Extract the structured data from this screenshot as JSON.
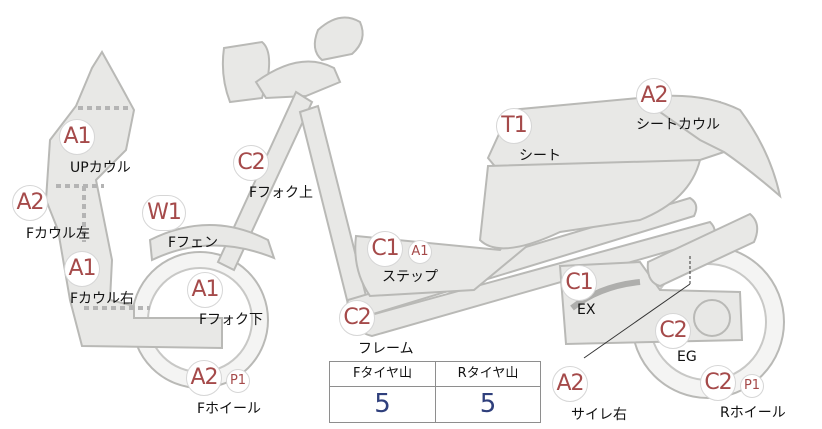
{
  "parts": {
    "up_cowl": {
      "code": "A1",
      "label": "UPカウル"
    },
    "f_cowl_left": {
      "code": "A2",
      "label": "Fカウル左"
    },
    "f_cowl_right": {
      "code": "A1",
      "label": "Fカウル右"
    },
    "f_fender": {
      "code": "W1",
      "label": "Fフェン"
    },
    "f_fork_upper": {
      "code": "C2",
      "label": "Fフォク上"
    },
    "f_fork_lower": {
      "code": "A1",
      "label": "Fフォク下"
    },
    "f_wheel": {
      "code": "A2",
      "sub": "P1",
      "label": "Fホイール"
    },
    "step": {
      "code": "C1",
      "sub": "A1",
      "label": "ステップ"
    },
    "frame": {
      "code": "C2",
      "label": "フレーム"
    },
    "seat": {
      "code": "T1",
      "label": "シート"
    },
    "seat_cowl": {
      "code": "A2",
      "label": "シートカウル"
    },
    "exhaust": {
      "code": "C1",
      "label": "EX"
    },
    "engine": {
      "code": "C2",
      "label": "EG"
    },
    "muffler_right": {
      "code": "A2",
      "label": "サイレ右"
    },
    "r_wheel": {
      "code": "C2",
      "sub": "P1",
      "label": "Rホイール"
    }
  },
  "tire_table": {
    "front_header": "Fタイヤ山",
    "rear_header": "Rタイヤ山",
    "front_value": "5",
    "rear_value": "5"
  },
  "colors": {
    "part_fill": "#e8e8e6",
    "part_stroke": "#b9b9b6",
    "code_text": "#a54a4a",
    "value_text": "#2f3f7c"
  }
}
